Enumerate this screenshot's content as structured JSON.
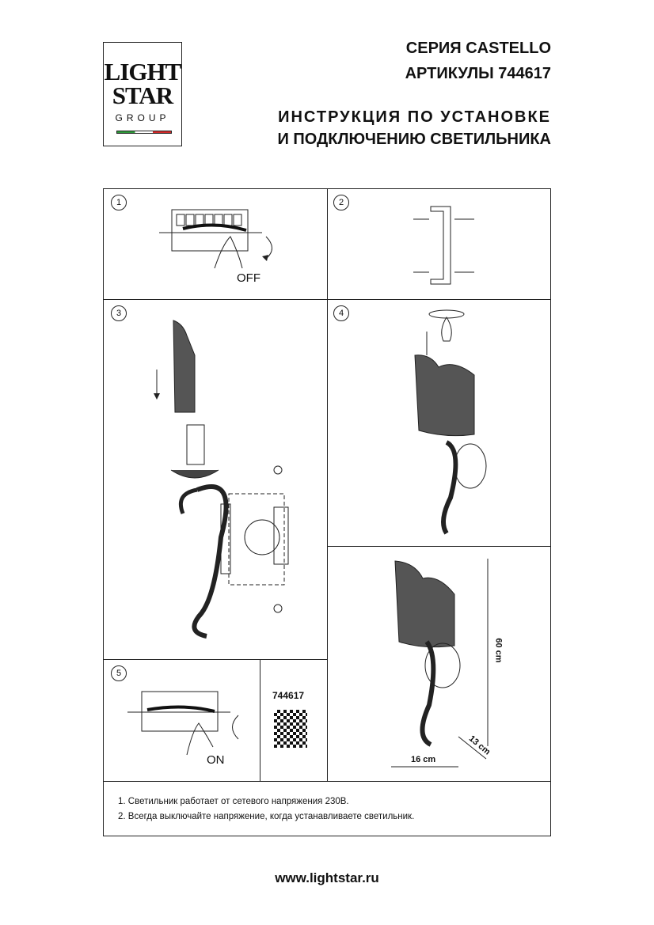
{
  "logo": {
    "line1": "LIGHT",
    "line2": "STAR",
    "line3": "GROUP",
    "flag_colors": [
      "#2e9a3a",
      "#ffffff",
      "#d42a2a"
    ]
  },
  "header": {
    "series": "СЕРИЯ CASTELLO",
    "article": "АРТИКУЛЫ 744617",
    "title1": "ИНСТРУКЦИЯ ПО УСТАНОВКЕ",
    "title2": "И ПОДКЛЮЧЕНИЮ СВЕТИЛЬНИКА"
  },
  "steps": {
    "s1": "1",
    "s2": "2",
    "s3": "3",
    "s4": "4",
    "s5": "5",
    "off": "OFF",
    "on": "ON"
  },
  "product": {
    "article": "744617"
  },
  "dimensions": {
    "height": "60 cm",
    "width": "16 cm",
    "depth": "13 cm"
  },
  "notes": [
    "1. Светильник работает от сетевого напряжения 230В.",
    "2. Всегда выключайте напряжение, когда устанавливаете светильник."
  ],
  "footer": {
    "url": "www.lightstar.ru"
  }
}
